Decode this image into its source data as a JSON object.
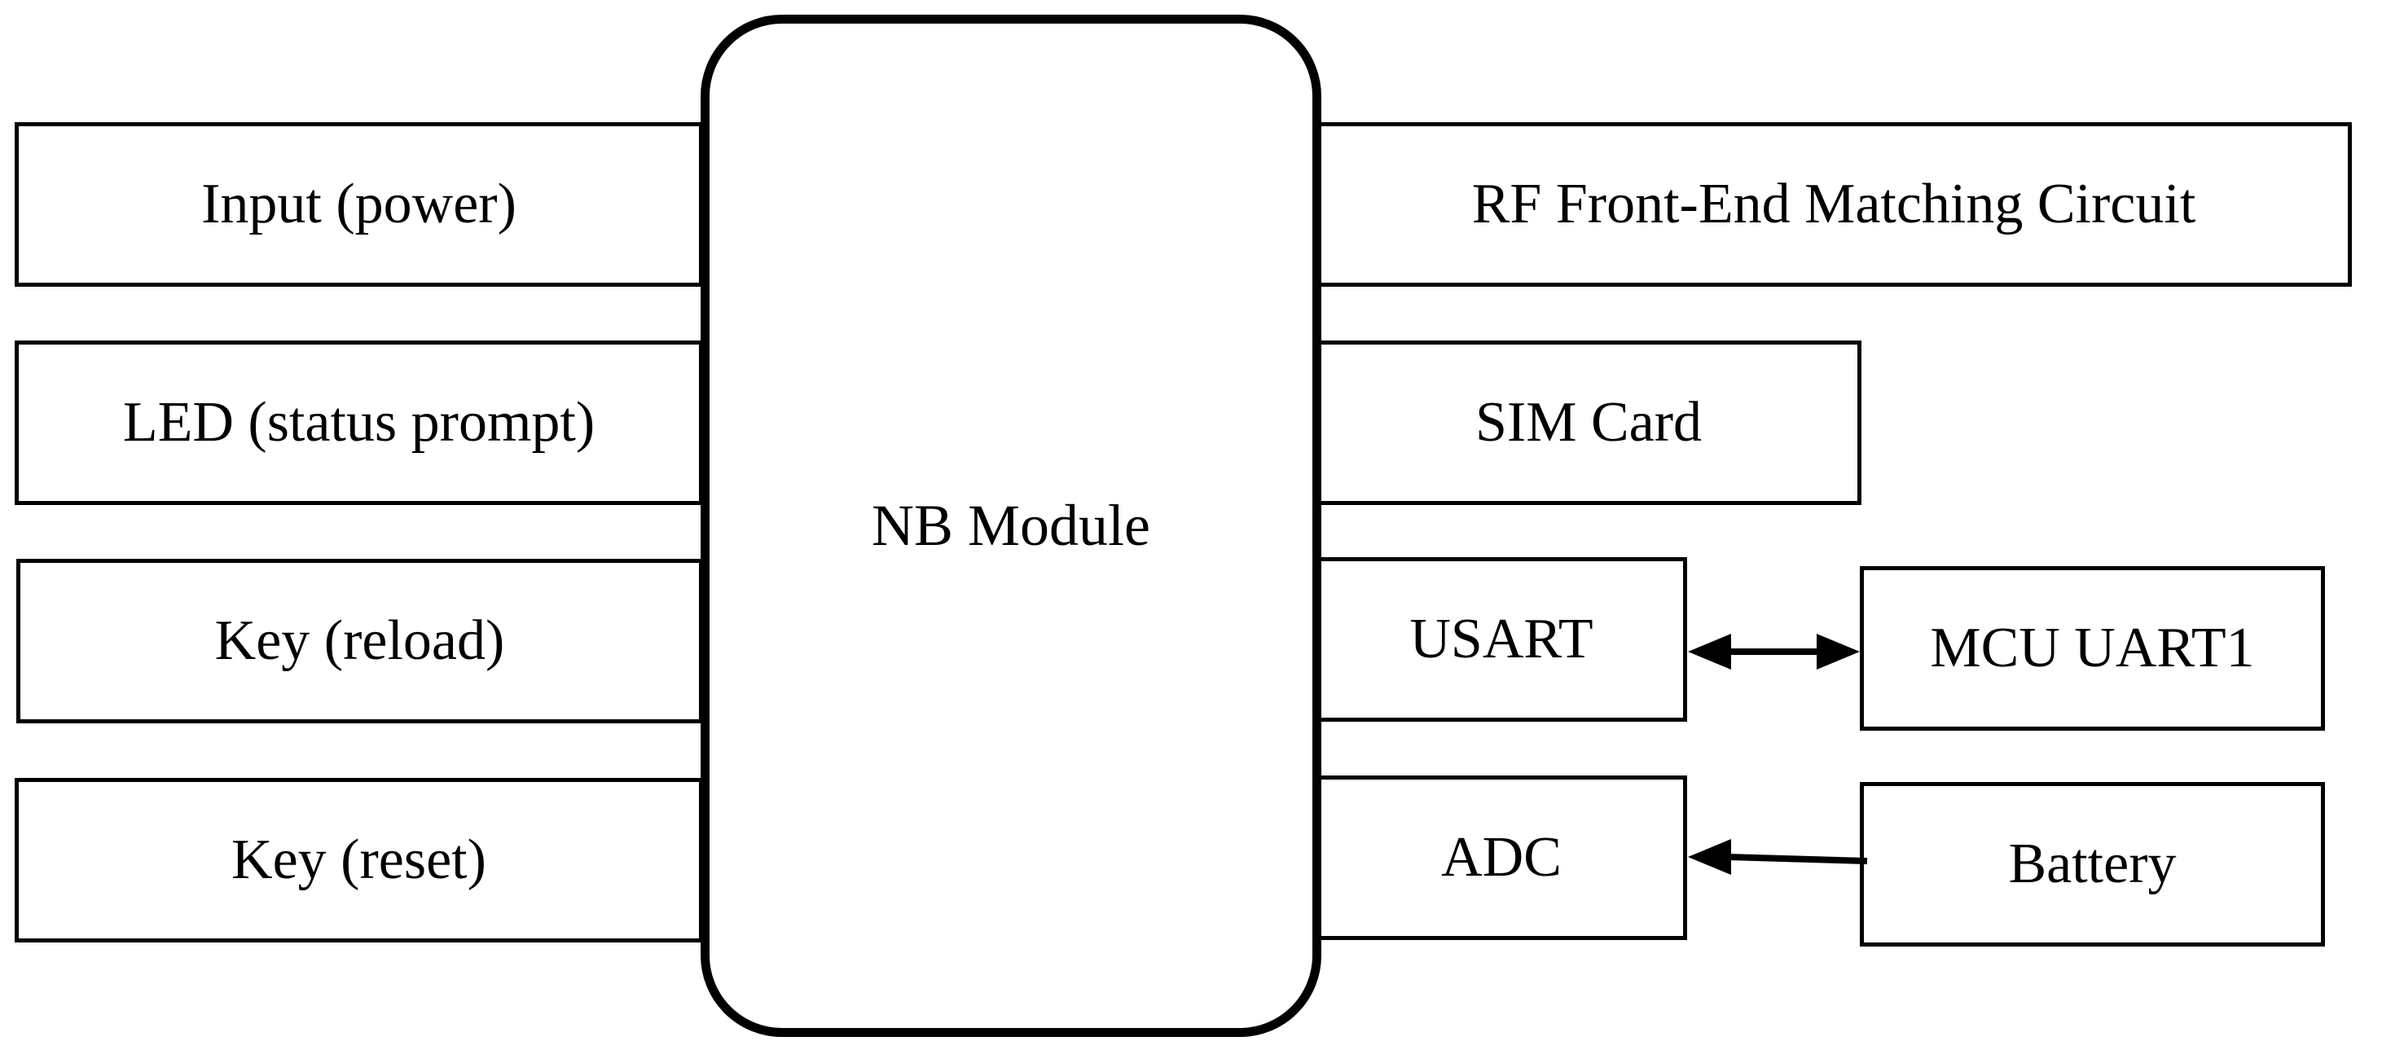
{
  "module": {
    "label": "NB Module"
  },
  "left_blocks": [
    {
      "label": "Input (power)"
    },
    {
      "label": "LED (status prompt)"
    },
    {
      "label": "Key  (reload)"
    },
    {
      "label": "Key  (reset)"
    }
  ],
  "right_blocks": [
    {
      "label": "RF Front-End Matching Circuit"
    },
    {
      "label": "SIM Card"
    },
    {
      "label": "USART"
    },
    {
      "label": "ADC"
    }
  ],
  "external_blocks": [
    {
      "label": "MCU UART1"
    },
    {
      "label": "Battery"
    }
  ],
  "connections": [
    {
      "from": "USART",
      "to": "MCU UART1",
      "direction": "bidirectional"
    },
    {
      "from": "Battery",
      "to": "ADC",
      "direction": "unidirectional"
    }
  ],
  "colors": {
    "stroke": "#000000",
    "background": "#ffffff"
  }
}
